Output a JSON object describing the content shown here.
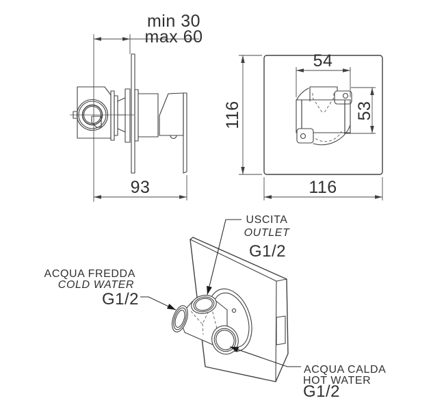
{
  "colors": {
    "background": "#ffffff",
    "line": "#404040",
    "text": "#303030",
    "arrow": "#1a1a1a"
  },
  "side_view": {
    "depth_min": "min 30",
    "depth_max": "max 60",
    "total_depth": "93"
  },
  "front_view": {
    "plate_height": "116",
    "plate_width": "116",
    "cartridge_width": "54",
    "cartridge_height": "53"
  },
  "connections": {
    "outlet": {
      "label_it": "USCITA",
      "label_en": "OUTLET",
      "thread": "G1/2"
    },
    "cold_water": {
      "label_it": "ACQUA FREDDA",
      "label_en": "COLD WATER",
      "thread": "G1/2"
    },
    "hot_water": {
      "label_it": "ACQUA CALDA",
      "label_en": "HOT WATER",
      "thread": "G1/2"
    }
  }
}
